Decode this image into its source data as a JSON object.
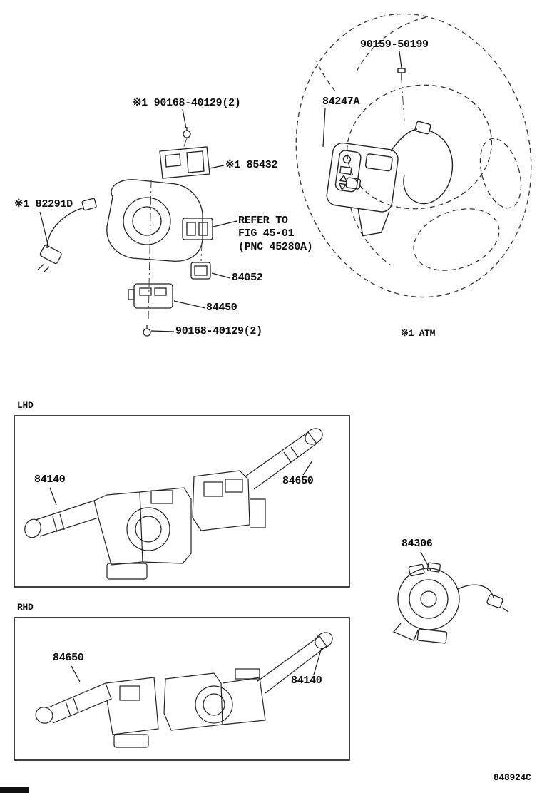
{
  "diagram": {
    "code": "848924C",
    "footnote": "※1 ATM",
    "sections": {
      "lhd": "LHD",
      "rhd": "RHD"
    },
    "refer_note": {
      "line1": "REFER TO",
      "line2": "FIG 45-01",
      "line3": "(PNC 45280A)"
    },
    "parts": {
      "p90159": "90159-50199",
      "p84247A": "84247A",
      "p90168_top": "※1 90168-40129(2)",
      "p85432": "※1 85432",
      "p82291D": "※1 82291D",
      "p84052": "84052",
      "p84450": "84450",
      "p90168_bottom": "90168-40129(2)",
      "p84306": "84306",
      "lhd_84140": "84140",
      "lhd_84650": "84650",
      "rhd_84650": "84650",
      "rhd_84140": "84140"
    },
    "colors": {
      "line": "#222222",
      "dash": "#333333",
      "text": "#0b0b0b"
    }
  }
}
